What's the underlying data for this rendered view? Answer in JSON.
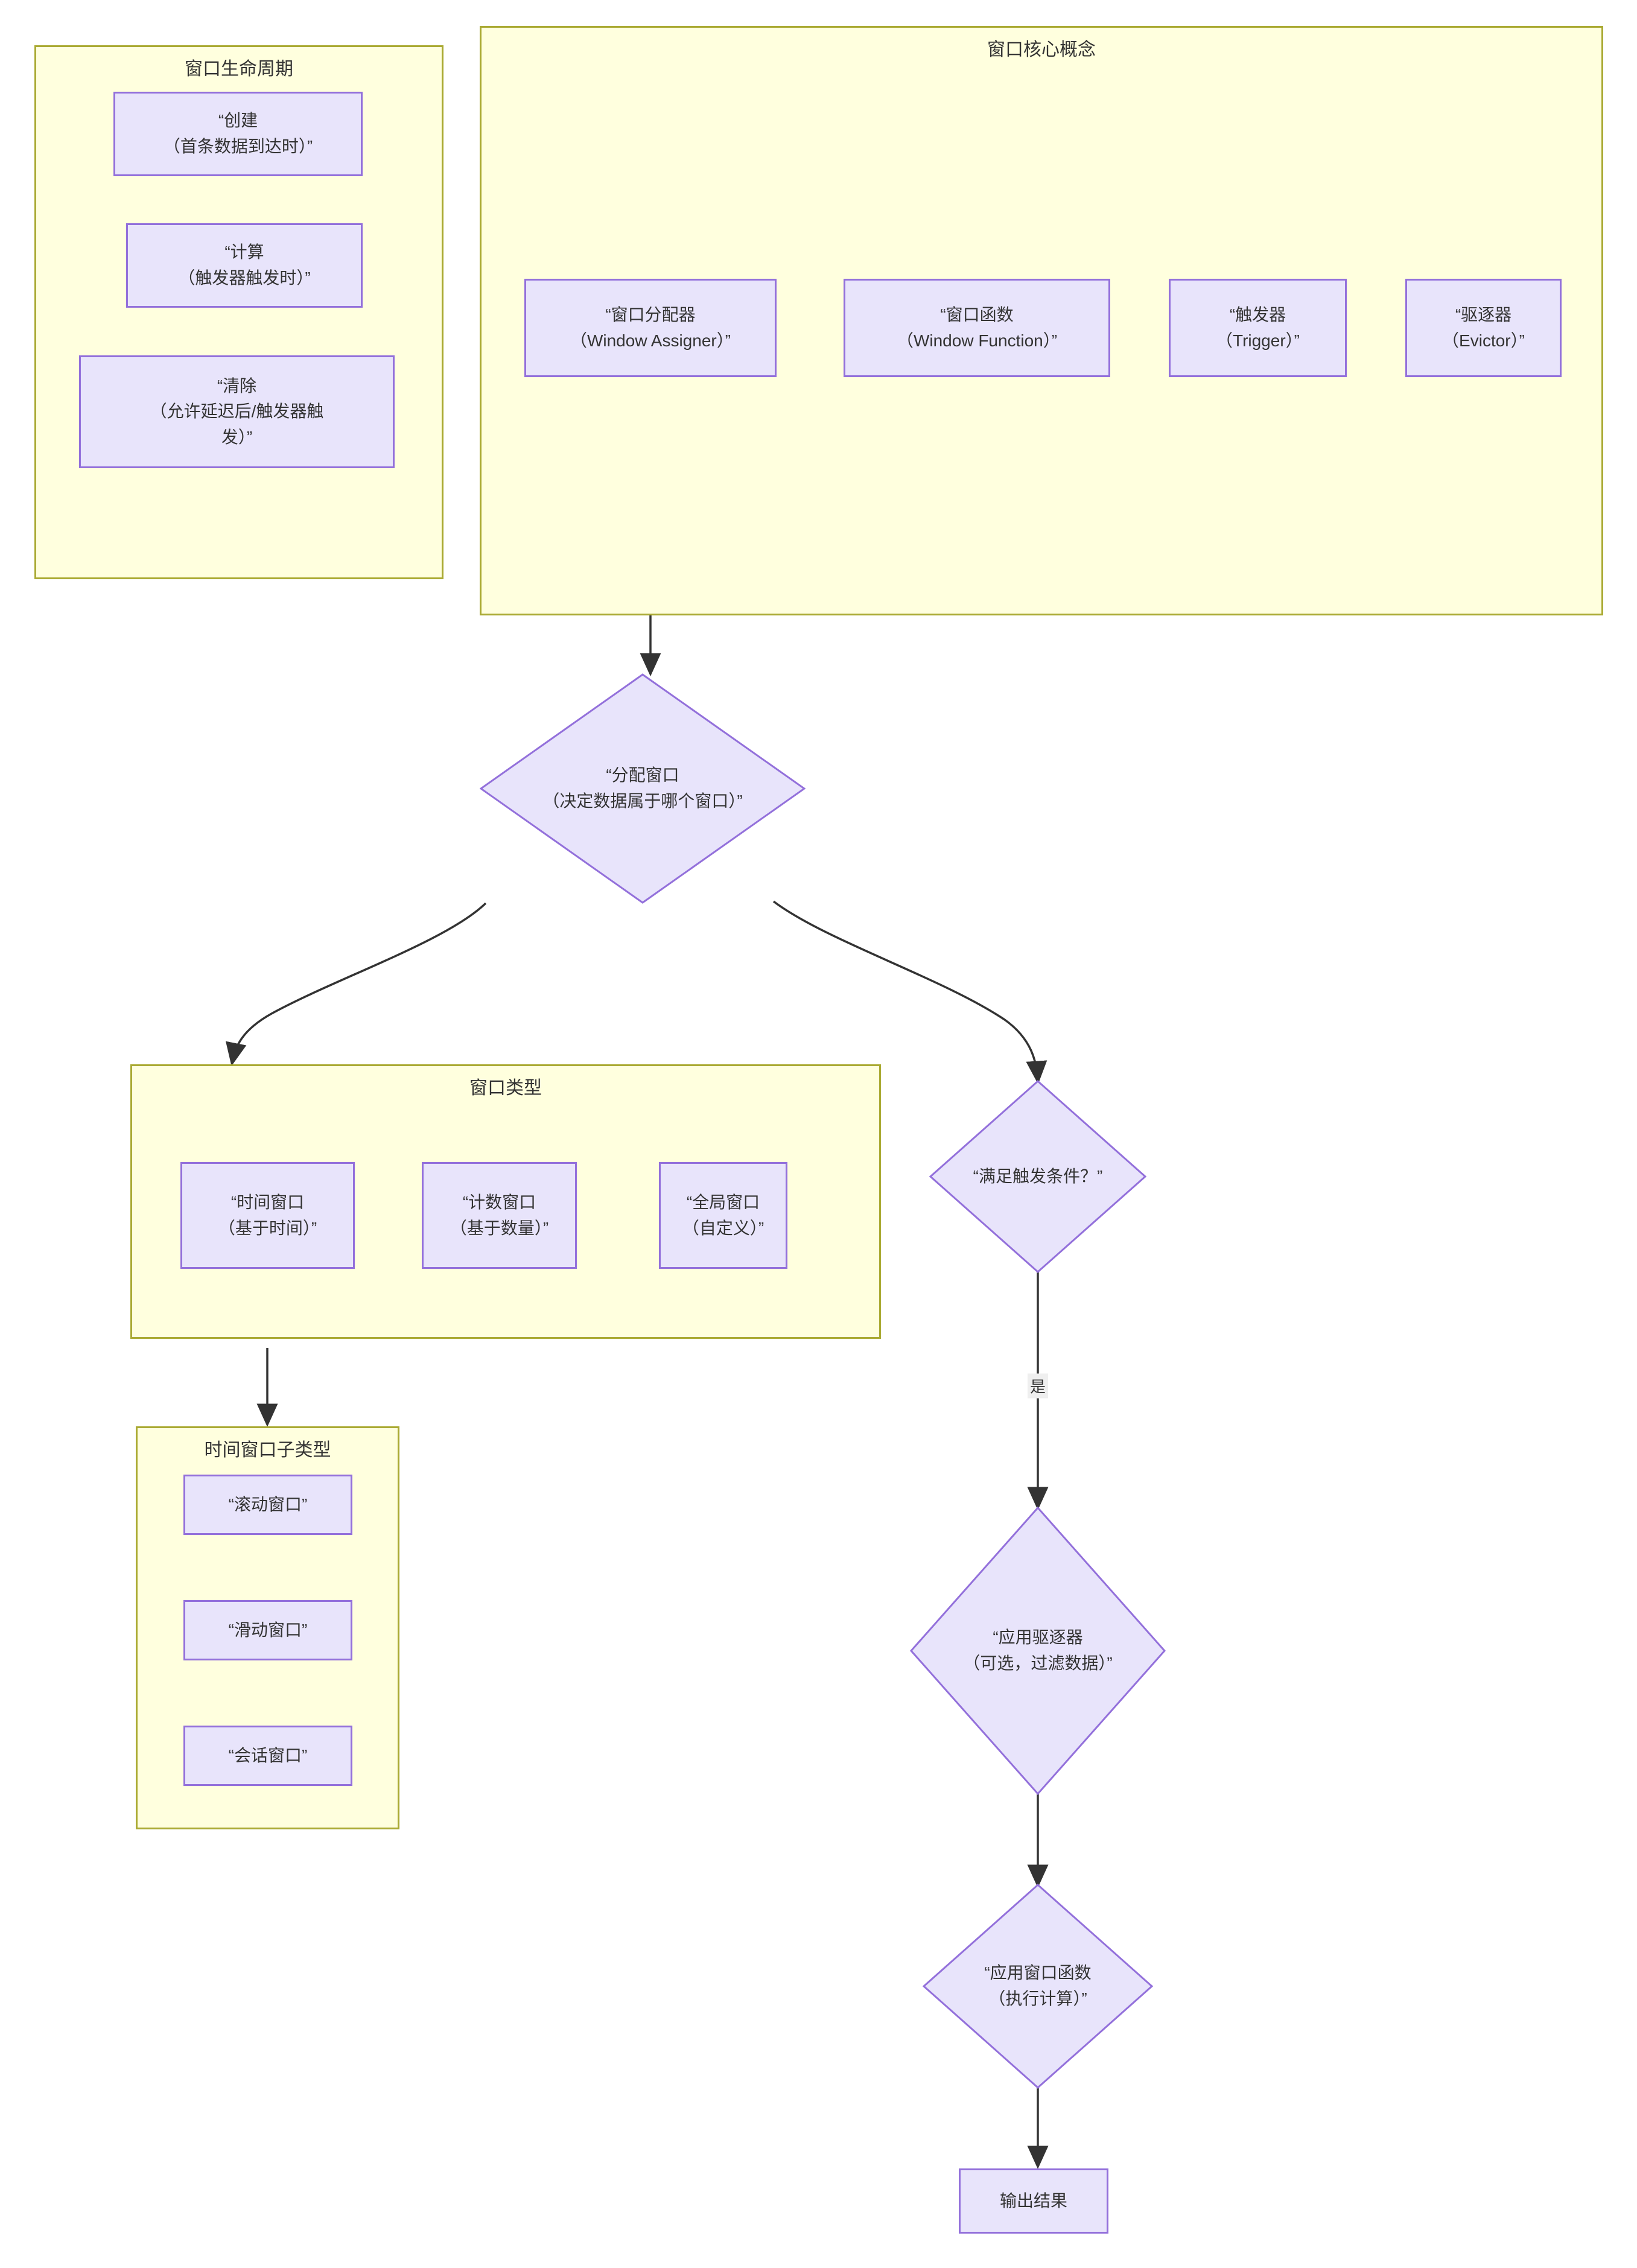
{
  "diagram": {
    "type": "flowchart",
    "direction": "top-down",
    "colors": {
      "subgraph_fill": "#ffffde",
      "subgraph_border": "#aaaa33",
      "node_fill": "#e8e4fb",
      "node_border": "#9370db",
      "edge_stroke": "#333333",
      "text": "#333333",
      "edge_label_bg": "#efefef",
      "canvas": "#ffffff"
    },
    "subgraphs": [
      {
        "id": "lifecycle",
        "title": "窗口生命周期",
        "nodes": [
          {
            "id": "create",
            "label": "“创建\n（首条数据到达时）”"
          },
          {
            "id": "compute",
            "label": "“计算\n（触发器触发时）”"
          },
          {
            "id": "clear",
            "label": "“清除\n（允许延迟后/触发器触\n发）”"
          }
        ]
      },
      {
        "id": "core-concepts",
        "title": "窗口核心概念",
        "nodes": [
          {
            "id": "assigner",
            "label": "“窗口分配器\n（Window Assigner）”"
          },
          {
            "id": "function",
            "label": "“窗口函数\n（Window Function）”"
          },
          {
            "id": "trigger",
            "label": "“触发器\n（Trigger）”"
          },
          {
            "id": "evictor",
            "label": "“驱逐器\n（Evictor）”"
          }
        ]
      },
      {
        "id": "window-types",
        "title": "窗口类型",
        "nodes": [
          {
            "id": "time-window",
            "label": "“时间窗口\n（基于时间）”"
          },
          {
            "id": "count-window",
            "label": "“计数窗口\n（基于数量）”"
          },
          {
            "id": "global-window",
            "label": "“全局窗口\n（自定义）”"
          }
        ]
      },
      {
        "id": "time-window-subtypes",
        "title": "时间窗口子类型",
        "nodes": [
          {
            "id": "tumbling",
            "label": "“滚动窗口”"
          },
          {
            "id": "sliding",
            "label": "“滑动窗口”"
          },
          {
            "id": "session",
            "label": "“会话窗口”"
          }
        ]
      }
    ],
    "flow_nodes": [
      {
        "id": "assign",
        "shape": "diamond",
        "label": "“分配窗口\n（决定数据属于哪个窗口）”"
      },
      {
        "id": "trigger-cond",
        "shape": "diamond",
        "label": "“满足触发条件？”"
      },
      {
        "id": "apply-evictor",
        "shape": "diamond",
        "label": "“应用驱逐器\n（可选，过滤数据）”"
      },
      {
        "id": "apply-function",
        "shape": "diamond",
        "label": "“应用窗口函数\n（执行计算）”"
      },
      {
        "id": "output",
        "shape": "rect",
        "label": "输出结果"
      }
    ],
    "edges": [
      {
        "from": "assigner",
        "to": "assign",
        "label": ""
      },
      {
        "from": "assign",
        "to": "window-types",
        "label": ""
      },
      {
        "from": "assign",
        "to": "trigger-cond",
        "label": ""
      },
      {
        "from": "time-window",
        "to": "time-window-subtypes",
        "label": ""
      },
      {
        "from": "trigger-cond",
        "to": "apply-evictor",
        "label": "是"
      },
      {
        "from": "apply-evictor",
        "to": "apply-function",
        "label": ""
      },
      {
        "from": "apply-function",
        "to": "output",
        "label": ""
      }
    ],
    "edge_labels": [
      {
        "id": "yes-label",
        "text": "是"
      }
    ]
  }
}
